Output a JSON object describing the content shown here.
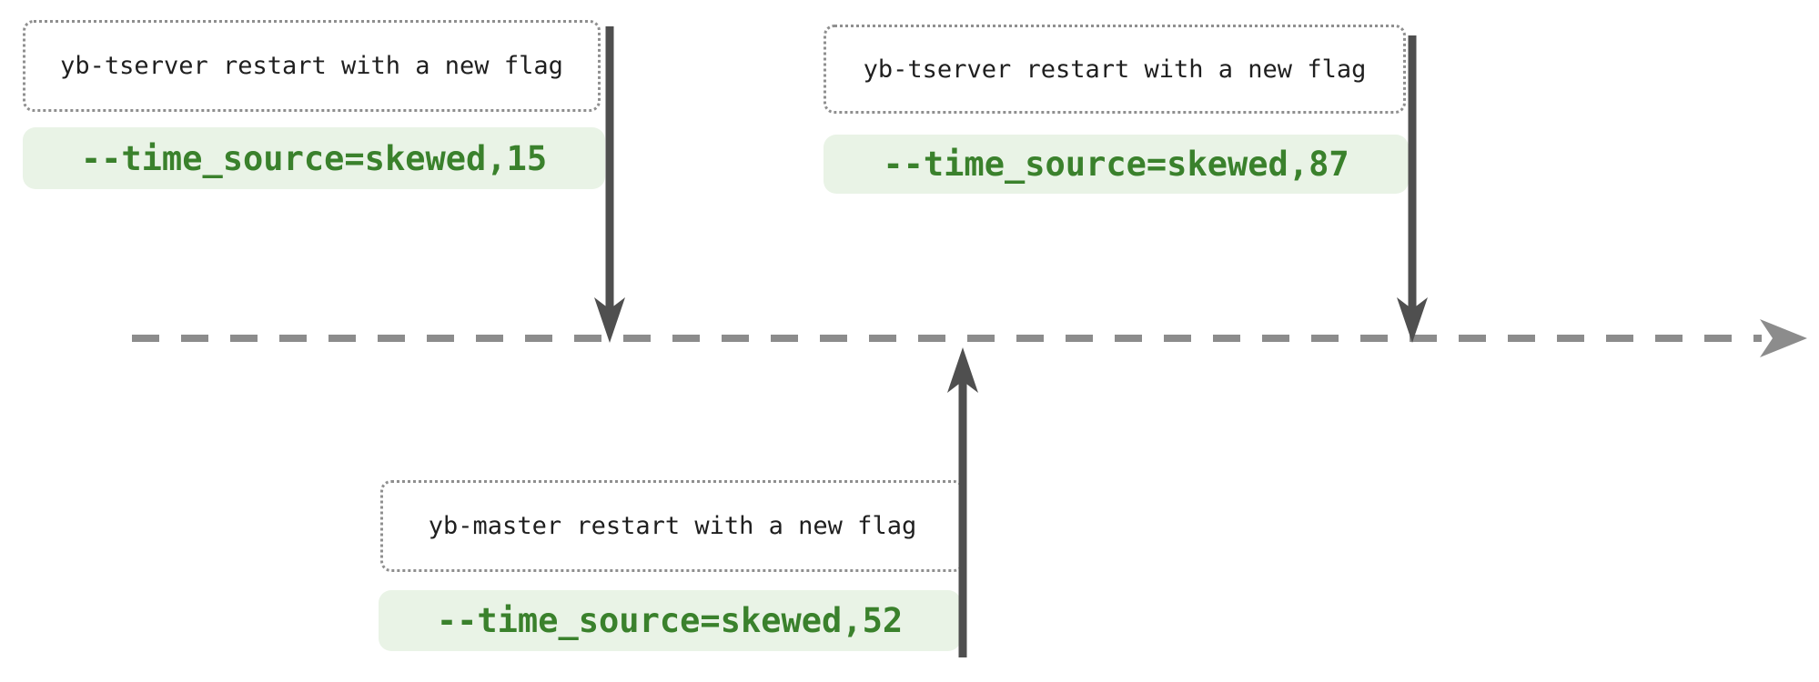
{
  "diagram": {
    "kind": "timeline",
    "events": [
      {
        "position": "top-left",
        "arrow_direction": "down",
        "label": "yb-tserver restart with a new flag",
        "flag": "--time_source=skewed,15"
      },
      {
        "position": "top-right",
        "arrow_direction": "down",
        "label": "yb-tserver restart with a new flag",
        "flag": "--time_source=skewed,87"
      },
      {
        "position": "bottom-center",
        "arrow_direction": "up",
        "label": "yb-master restart with a new flag",
        "flag": "--time_source=skewed,52"
      }
    ],
    "colors": {
      "background": "#ffffff",
      "label_text": "#1f1f1f",
      "note_border_dots": "#8f8f8f",
      "code_text": "#3a812c",
      "code_background": "#e9f3e6",
      "timeline_dash": "#8c8c8c",
      "event_arrow": "#4f4f4f"
    }
  }
}
